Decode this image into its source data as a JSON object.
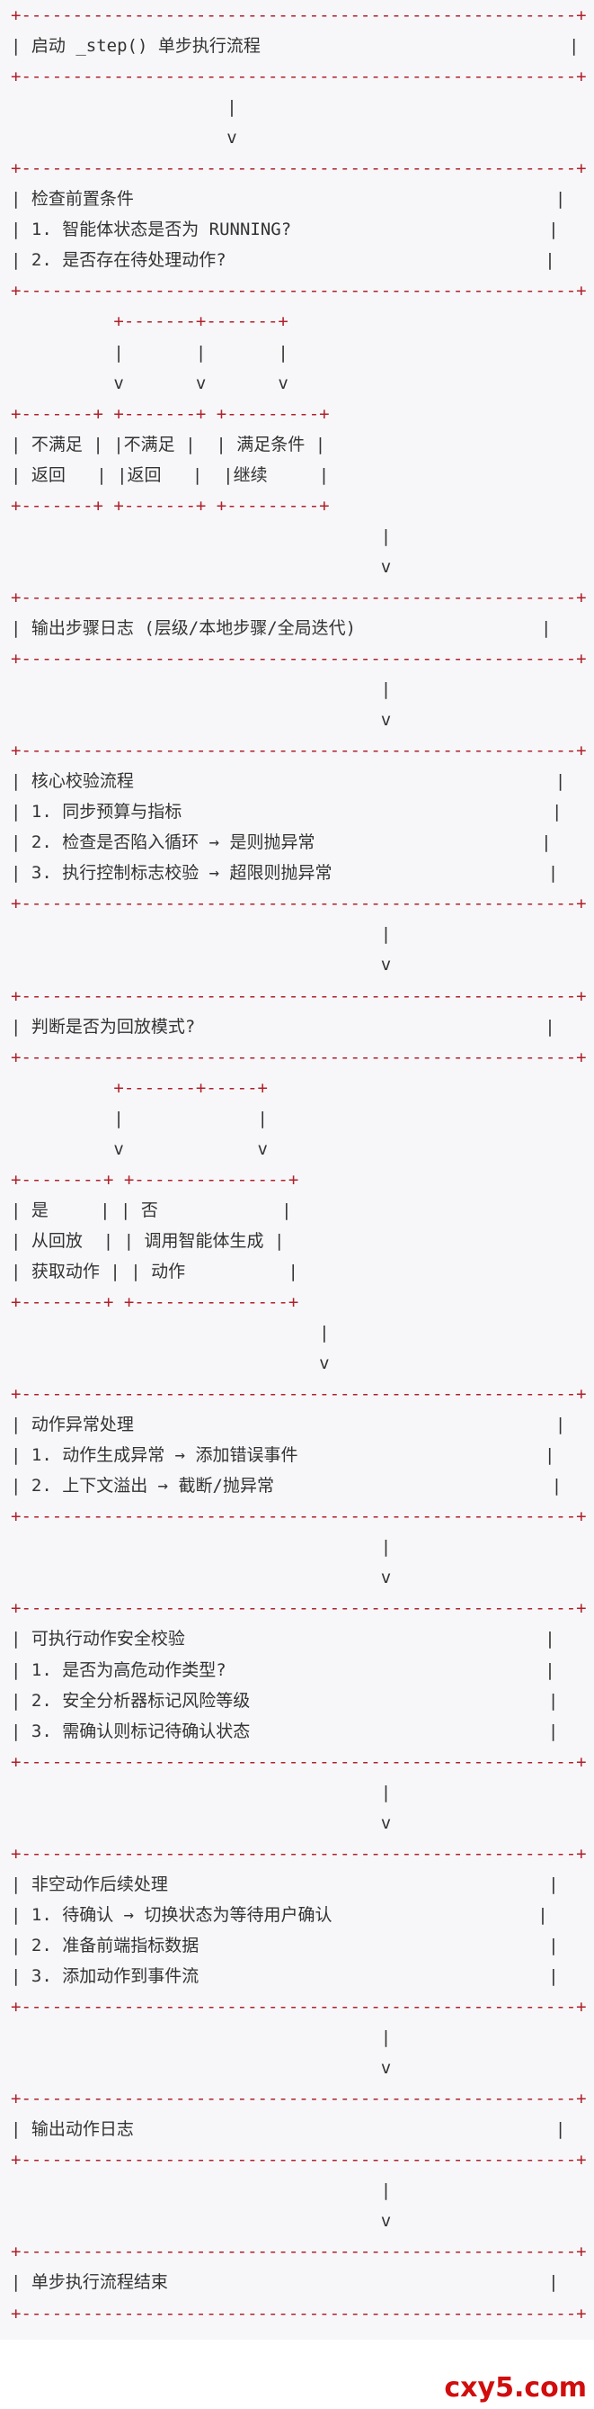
{
  "diagram": {
    "lines": [
      "+------------------------------------------------------+",
      "| 启动 _step() 单步执行流程                              |",
      "+------------------------------------------------------+",
      "                     |",
      "                     v",
      "+------------------------------------------------------+",
      "| 检查前置条件                                         |",
      "| 1. 智能体状态是否为 RUNNING?                         |",
      "| 2. 是否存在待处理动作?                               |",
      "+------------------------------------------------------+",
      "          +-------+-------+",
      "          |       |       |",
      "          v       v       v",
      "+-------+ +-------+ +---------+",
      "| 不满足 | |不满足 |  | 满足条件 |",
      "| 返回   | |返回   |  |继续     |",
      "+-------+ +-------+ +---------+",
      "                                    |",
      "                                    v",
      "+------------------------------------------------------+",
      "| 输出步骤日志 (层级/本地步骤/全局迭代)                  |",
      "+------------------------------------------------------+",
      "                                    |",
      "                                    v",
      "+------------------------------------------------------+",
      "| 核心校验流程                                         |",
      "| 1. 同步预算与指标                                    |",
      "| 2. 检查是否陷入循环 → 是则抛异常                      |",
      "| 3. 执行控制标志校验 → 超限则抛异常                     |",
      "+------------------------------------------------------+",
      "                                    |",
      "                                    v",
      "+------------------------------------------------------+",
      "| 判断是否为回放模式?                                  |",
      "+------------------------------------------------------+",
      "          +-------+-----+",
      "          |             |",
      "          v             v",
      "+--------+ +---------------+",
      "| 是     | | 否            |",
      "| 从回放  | | 调用智能体生成 |",
      "| 获取动作 | | 动作          |",
      "+--------+ +---------------+",
      "                              |",
      "                              v",
      "+------------------------------------------------------+",
      "| 动作异常处理                                         |",
      "| 1. 动作生成异常 → 添加错误事件                        |",
      "| 2. 上下文溢出 → 截断/抛异常                           |",
      "+------------------------------------------------------+",
      "                                    |",
      "                                    v",
      "+------------------------------------------------------+",
      "| 可执行动作安全校验                                   |",
      "| 1. 是否为高危动作类型?                               |",
      "| 2. 安全分析器标记风险等级                             |",
      "| 3. 需确认则标记待确认状态                             |",
      "+------------------------------------------------------+",
      "                                    |",
      "                                    v",
      "+------------------------------------------------------+",
      "| 非空动作后续处理                                     |",
      "| 1. 待确认 → 切换状态为等待用户确认                    |",
      "| 2. 准备前端指标数据                                  |",
      "| 3. 添加动作到事件流                                  |",
      "+------------------------------------------------------+",
      "                                    |",
      "                                    v",
      "+------------------------------------------------------+",
      "| 输出动作日志                                         |",
      "+------------------------------------------------------+",
      "                                    |",
      "                                    v",
      "+------------------------------------------------------+",
      "| 单步执行流程结束                                     |",
      "+------------------------------------------------------+"
    ]
  },
  "colors": {
    "border": "#b0212b",
    "text": "#333333",
    "background": "#f7f7f9",
    "watermark": "#d10d0d"
  },
  "watermark": {
    "text": "cxy5.com"
  }
}
